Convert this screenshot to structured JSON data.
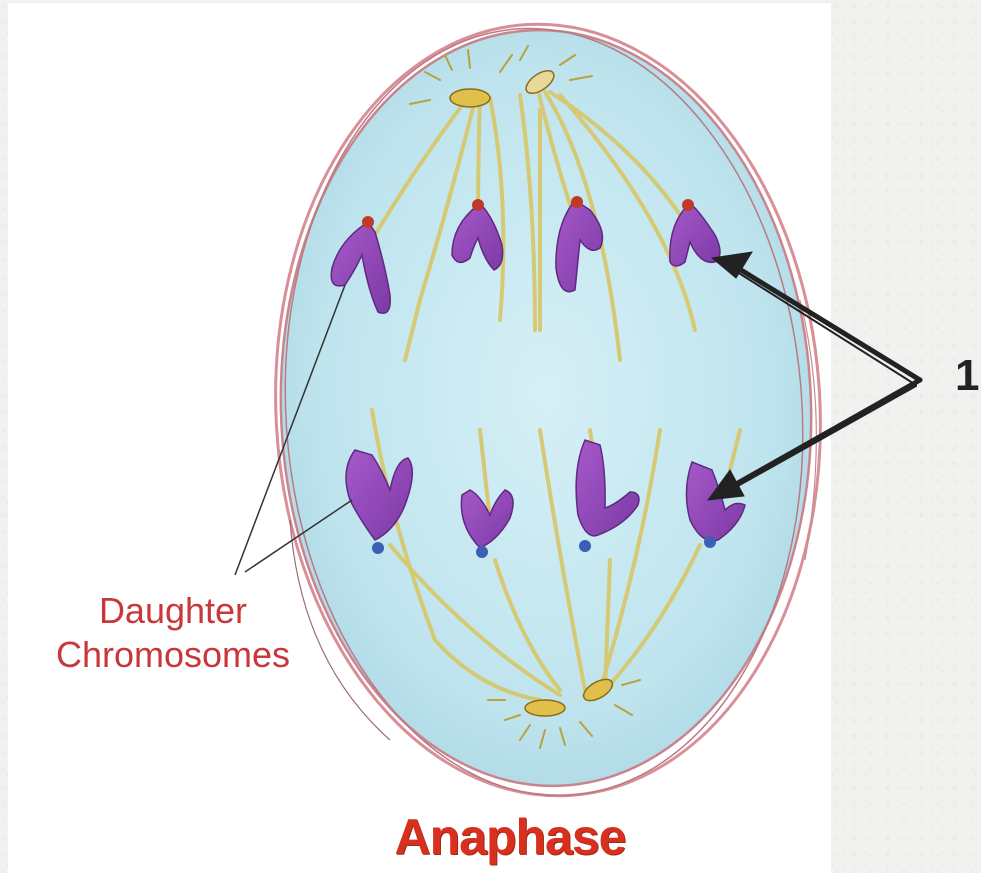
{
  "diagram": {
    "title": "Anaphase",
    "labels": {
      "daughter_line1": "Daughter",
      "daughter_line2": "Chromosomes",
      "callout_number": "1"
    },
    "colors": {
      "cell_fill": "#bfe4ee",
      "cell_border": "#d98f98",
      "chromosome": "#9146b8",
      "spindle_fiber": "#d9c76a",
      "centromere": "#c0392b",
      "label_red": "#c8383a",
      "title_red": "#d7301f",
      "arrow": "#222222"
    }
  }
}
